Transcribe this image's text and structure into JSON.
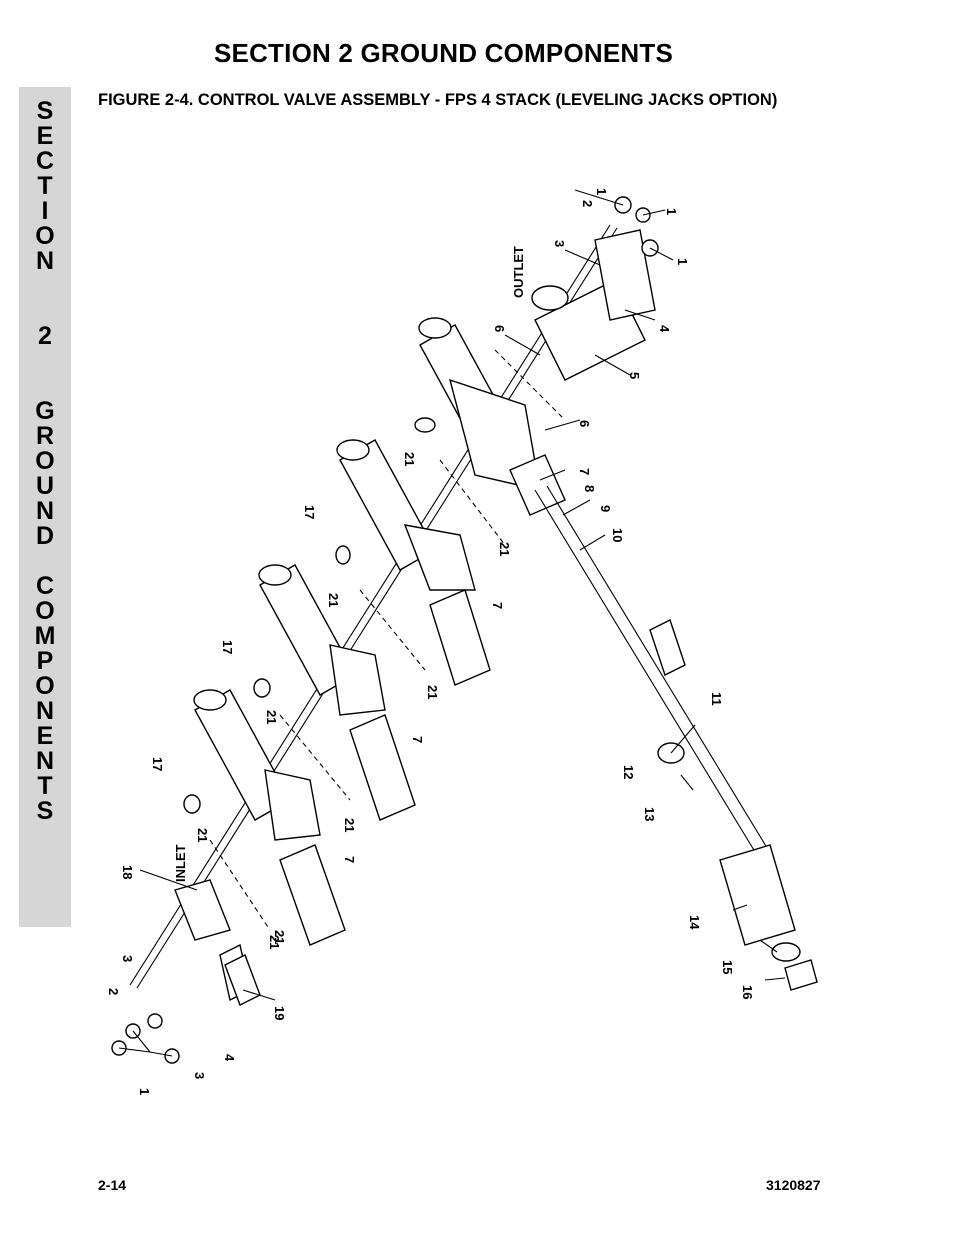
{
  "header": {
    "section_title": "SECTION 2  GROUND COMPONENTS",
    "figure_title": "FIGURE 2-4.    CONTROL VALVE ASSEMBLY - FPS 4 STACK (LEVELING JACKS OPTION)"
  },
  "side_tab": {
    "letters": [
      "S",
      "E",
      "C",
      "T",
      "I",
      "O",
      "N",
      "2",
      "G",
      "R",
      "O",
      "U",
      "N",
      "D",
      "C",
      "O",
      "M",
      "P",
      "O",
      "N",
      "E",
      "N",
      "T",
      "S"
    ]
  },
  "diagram": {
    "port_labels": {
      "outlet": "OUTLET",
      "inlet": "INLET"
    },
    "callouts": [
      "1",
      "2",
      "1",
      "3",
      "1",
      "4",
      "5",
      "6",
      "6",
      "7",
      "8",
      "9",
      "10",
      "21",
      "21",
      "17",
      "21",
      "7",
      "21",
      "17",
      "21",
      "7",
      "21",
      "17",
      "21",
      "7",
      "21",
      "11",
      "12",
      "13",
      "14",
      "15",
      "16",
      "18",
      "3",
      "2",
      "1",
      "3",
      "4",
      "19",
      "21"
    ]
  },
  "footer": {
    "page_number": "2-14",
    "doc_number": "3120827"
  }
}
